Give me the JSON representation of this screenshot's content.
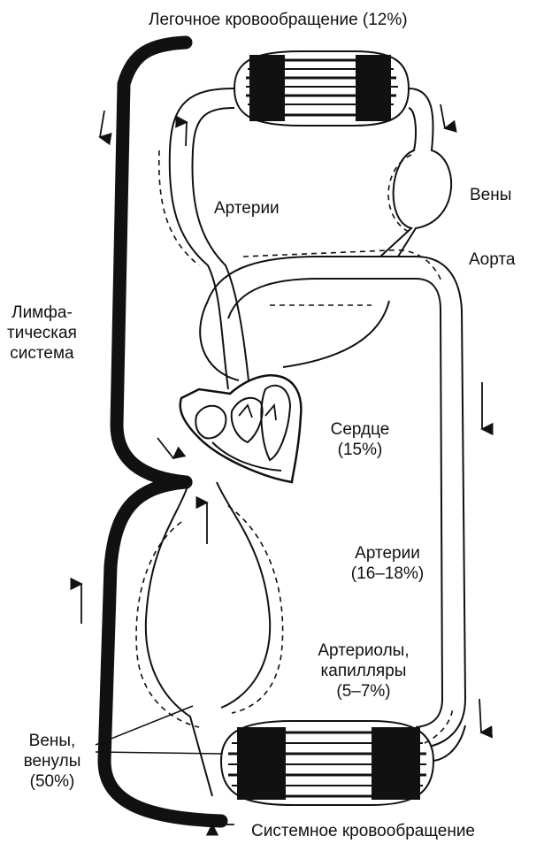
{
  "labels": {
    "pulmonary": "Легочное кровообращение (12%)",
    "arteries_top": "Артерии",
    "veins_top": "Вены",
    "aorta": "Аорта",
    "lymph_1": "Лимфа-",
    "lymph_2": "тическая",
    "lymph_3": "система",
    "heart_1": "Сердце",
    "heart_2": "(15%)",
    "arteries_1": "Артерии",
    "arteries_2": "(16–18%)",
    "arterioles_1": "Артериолы,",
    "arterioles_2": "капилляры",
    "arterioles_3": "(5–7%)",
    "veins_1": "Вены,",
    "veins_2": "венулы",
    "veins_3": "(50%)",
    "systemic": "Системное кровообращение"
  },
  "colors": {
    "ink": "#111111",
    "background": "#ffffff"
  }
}
